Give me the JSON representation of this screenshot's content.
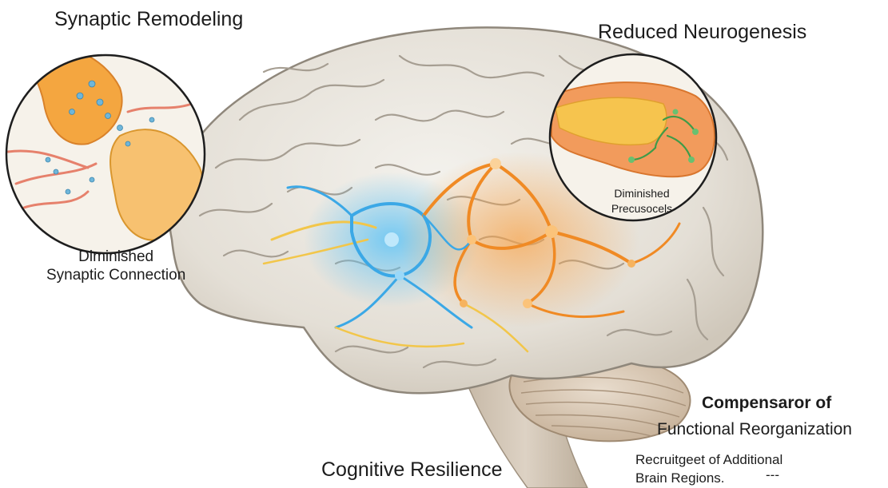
{
  "labels": {
    "synaptic_title": "Synaptic Remodeling",
    "synaptic_caption_line1": "Diminished",
    "synaptic_caption_line2": "Synaptic Connection",
    "neurogenesis_title": "Reduced Neurogenesis",
    "neurogenesis_caption_line1": "Diminished",
    "neurogenesis_caption_line2": "Precusocels",
    "compensation_title_line1": "Compensaror of",
    "compensation_title_line2": "Functional Reorganization",
    "recruit_line1": "Recruitgeet of Additional",
    "recruit_line2": "Brain Regions.",
    "recruit_trailing": "---",
    "resilience_title": "Cognitive Resilience"
  },
  "colors": {
    "brain_fill": "#e8e4dc",
    "brain_outline": "#8f877b",
    "fold_line": "#a69e92",
    "network_blue": "#3ba8e6",
    "network_orange": "#f08a24",
    "network_yellow": "#f2c64a",
    "cerebellum": "#d9c8b3",
    "stem": "#cdbfae",
    "inset_bg": "#f6f2ea",
    "synapse_orange": "#f4a640",
    "synapse_pink": "#e6816c",
    "vesicle_blue": "#6fb6da",
    "precursor_green": "#3e9b48"
  }
}
